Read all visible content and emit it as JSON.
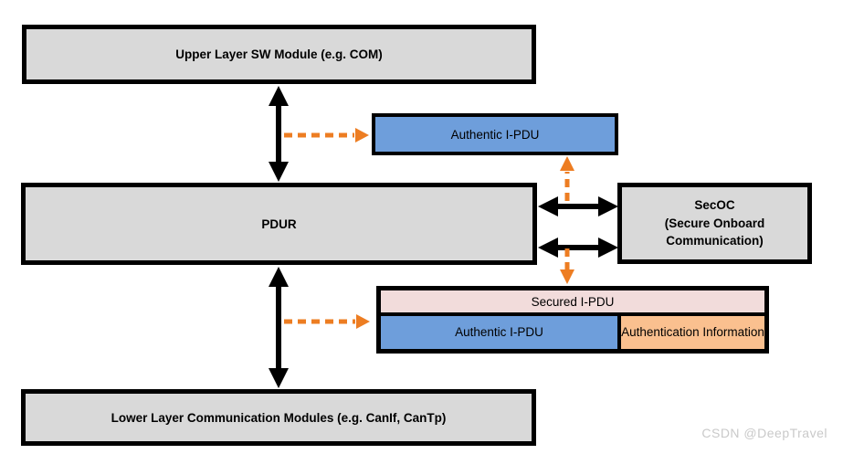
{
  "diagram": {
    "upper_layer": {
      "label": "Upper Layer SW Module (e.g. COM)"
    },
    "pdur": {
      "label": "PDUR"
    },
    "secoc": {
      "lines": [
        "SecOC",
        "(Secure Onboard",
        "Communication)"
      ]
    },
    "lower_layer": {
      "label": "Lower Layer Communication Modules (e.g. CanIf, CanTp)"
    },
    "authentic_ipdu": {
      "label": "Authentic I-PDU"
    },
    "secured_ipdu": {
      "label": "Secured I-PDU"
    },
    "secured_authentic_ipdu": {
      "label": "Authentic I-PDU"
    },
    "authentication_information": {
      "label": "Authentication Information"
    },
    "colors": {
      "module_fill": "#d9d9d9",
      "authentic_ipdu_fill": "#6e9edb",
      "secured_ipdu_fill": "#f2dcdb",
      "authentication_info_fill": "#fac08f",
      "flow_arrow_orange": "#ed7d22",
      "connector_black": "#000000"
    }
  },
  "watermark": {
    "text": "CSDN @DeepTravel",
    "color": "#c9c9c9"
  }
}
